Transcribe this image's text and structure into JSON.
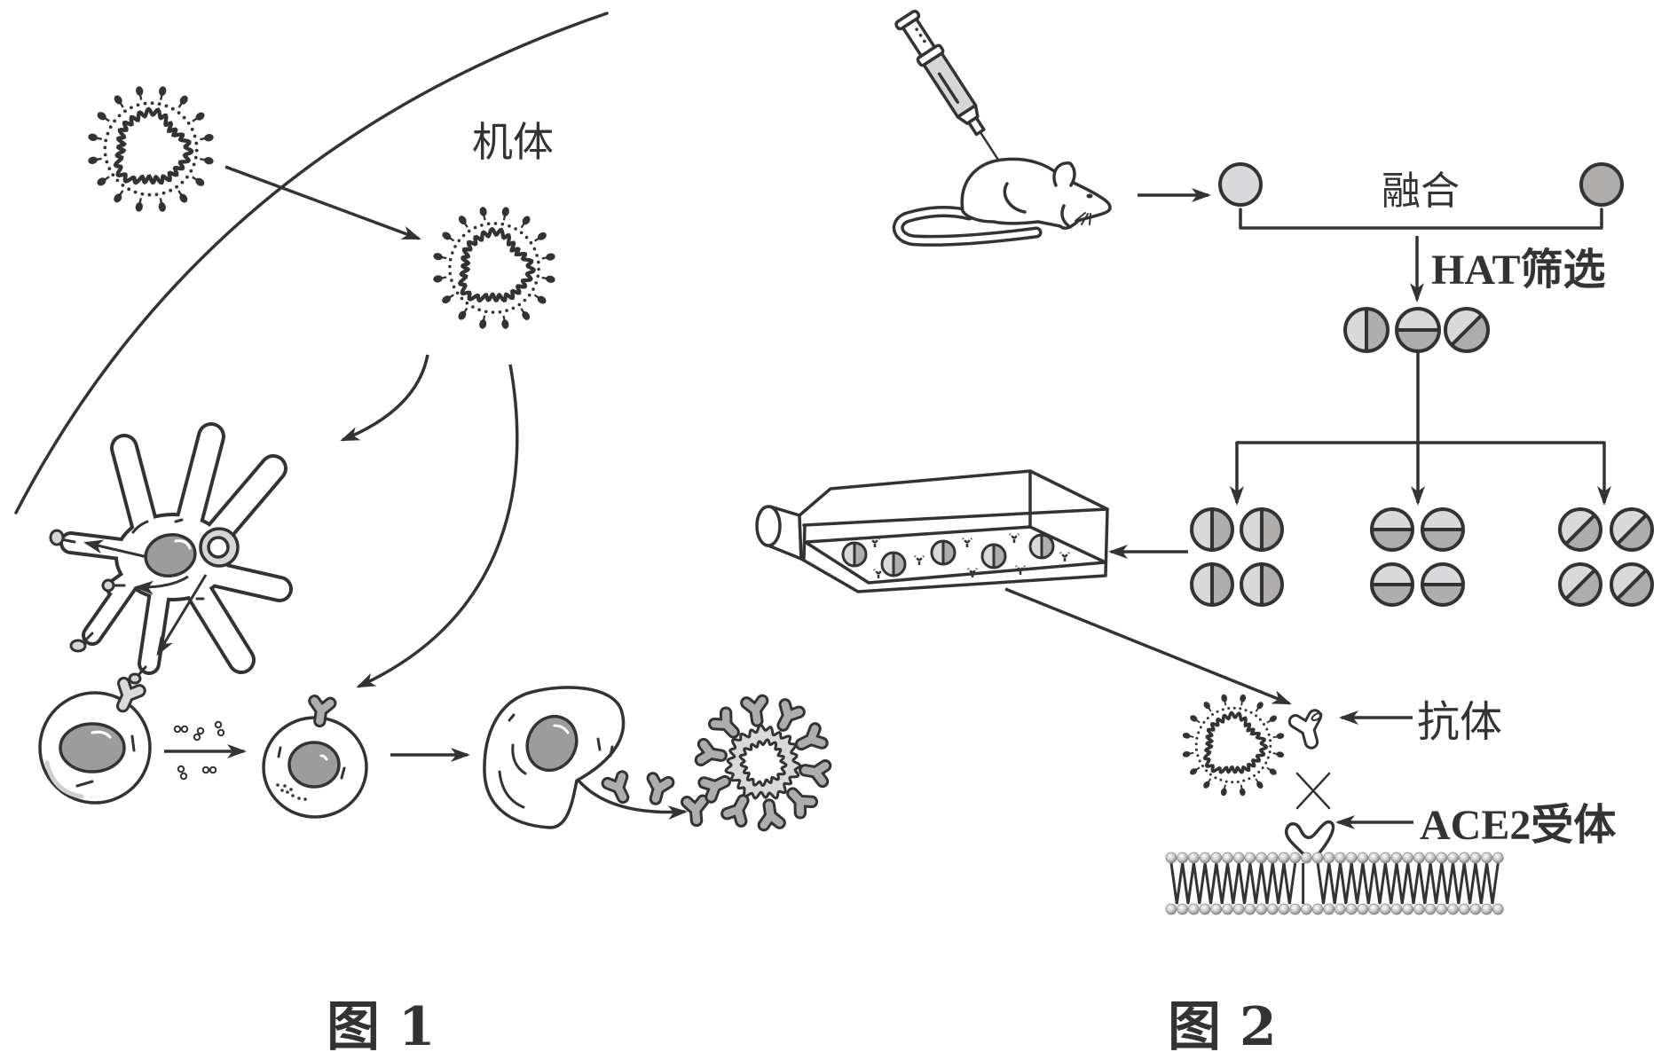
{
  "figure1": {
    "body_label": "机体",
    "caption": "图 1"
  },
  "figure2": {
    "fusion_label": "融合",
    "selection_label": "HAT筛选",
    "antibody_label": "抗体",
    "receptor_label": "ACE2受体",
    "caption": "图 2"
  },
  "colors": {
    "stroke": "#333333",
    "light": "#d9d9dc",
    "dark": "#afacac",
    "nucleus": "#9c9c9c",
    "background": "#ffffff"
  },
  "icons": [
    "virus-icon",
    "antigen-presenting-cell-icon",
    "t-cell-icon",
    "b-cell-icon",
    "plasma-cell-icon",
    "antibody-icon",
    "syringe-icon",
    "mouse-icon",
    "hybridoma-cell-icon",
    "culture-flask-icon",
    "ace2-receptor-icon",
    "cell-membrane-icon"
  ]
}
